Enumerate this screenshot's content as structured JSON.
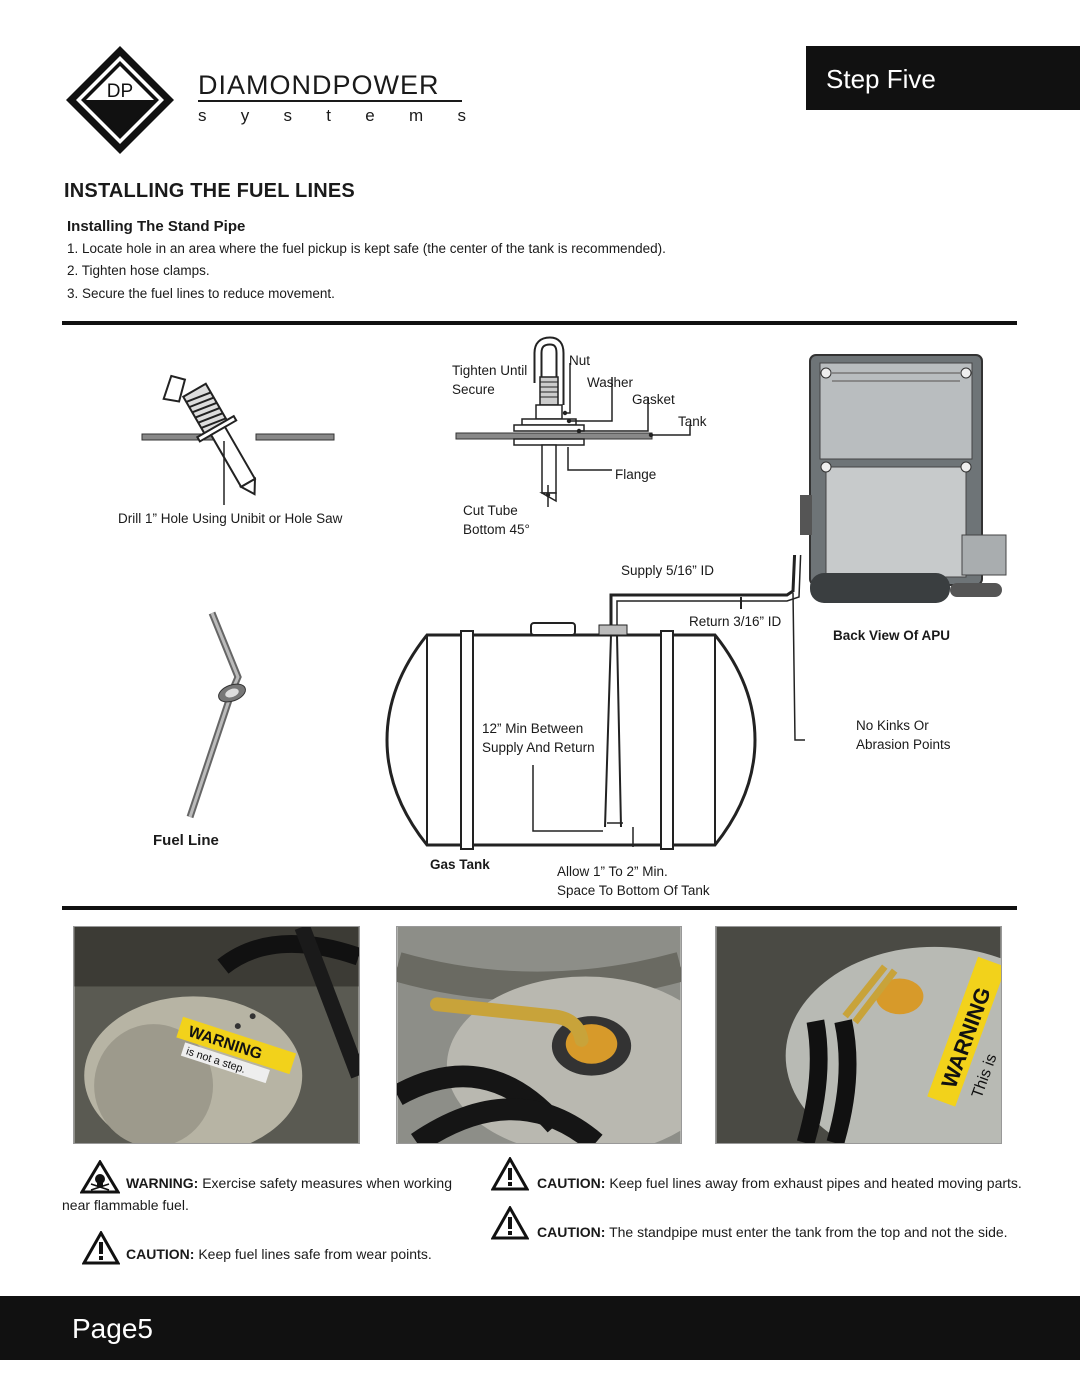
{
  "header": {
    "logo_initials": "DP",
    "brand_name": "DIAMONDPOWER",
    "brand_sub_letters": [
      "s",
      "y",
      "s",
      "t",
      "e",
      "m",
      "s"
    ],
    "step_label": "Step Five"
  },
  "section": {
    "title": "INSTALLING THE FUEL LINES",
    "subtitle": "Installing The Stand Pipe",
    "steps": [
      "1. Locate hole in an area where the fuel pickup is kept safe (the center of the tank is recommended).",
      "2. Tighten hose clamps.",
      "3. Secure the fuel lines to reduce movement."
    ]
  },
  "diagram": {
    "drill_caption": "Drill 1” Hole Using Unibit or Hole Saw",
    "tighten_line1": "Tighten Until",
    "tighten_line2": "Secure",
    "nut": "Nut",
    "washer": "Washer",
    "gasket": "Gasket",
    "tank": "Tank",
    "flange": "Flange",
    "cut_tube_line1": "Cut Tube",
    "cut_tube_line2": "Bottom 45°",
    "supply": "Supply 5/16” ID",
    "return": "Return 3/16” ID",
    "back_view": "Back View Of APU",
    "min_between_line1": "12” Min Between",
    "min_between_line2": "Supply And Return",
    "no_kinks_line1": "No Kinks Or",
    "no_kinks_line2": "Abrasion Points",
    "fuel_line": "Fuel Line",
    "gas_tank": "Gas Tank",
    "allow_line1": "Allow 1” To 2” Min.",
    "allow_line2": "Space To Bottom Of Tank"
  },
  "photos": {
    "warning_decal": "WARNING",
    "decal_sub": "is not a step.",
    "decal_sub_3": "This is"
  },
  "notes": {
    "warning_label": "WARNING:",
    "warning_text": " Exercise safety measures when working",
    "warning_text_2": "near flammable fuel.",
    "caution_label": "CAUTION:",
    "caution_wear": " Keep fuel lines safe from wear points.",
    "caution_exhaust": " Keep fuel lines away from exhaust pipes and heated moving parts.",
    "caution_top": " The standpipe must enter the tank from the top and not the side."
  },
  "footer": {
    "page_label": "Page5"
  },
  "colors": {
    "black": "#111111",
    "apu_gray": "#6e7477",
    "decal_yellow": "#f2d21b"
  }
}
